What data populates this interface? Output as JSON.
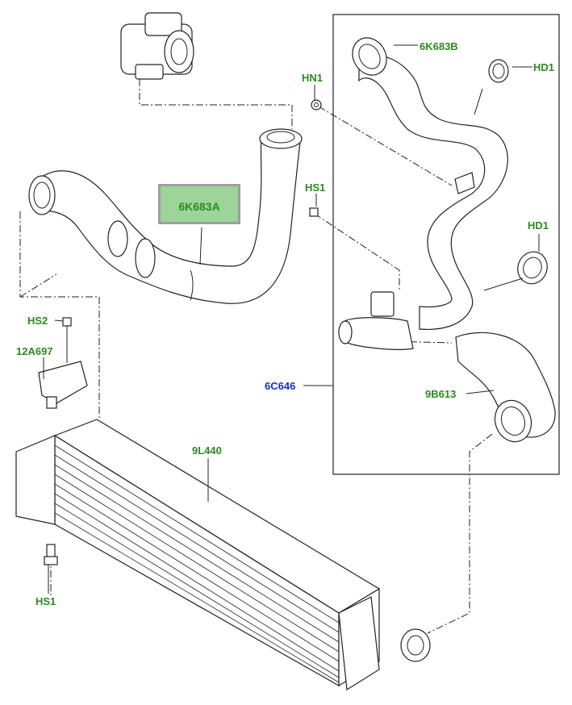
{
  "diagram": {
    "highlighted_part": "6K683A",
    "callouts": {
      "hose_6K683B": "6K683B",
      "clip_HD1_top": "HD1",
      "nut_HN1": "HN1",
      "bolt_HS1_upper": "HS1",
      "clip_HD1_lower": "HD1",
      "hose_6K683A": "6K683A",
      "sensor_HS2": "HS2",
      "sensor_12A697": "12A697",
      "assembly_6C646": "6C646",
      "hose_9B613": "9B613",
      "intercooler_9L440": "9L440",
      "bolt_HS1_lower": "HS1"
    },
    "colors": {
      "callout_green": "#2b8a1e",
      "reference_blue": "#1530c8",
      "highlight_fill": "#9cd49a",
      "highlight_border": "#9e9e9e"
    }
  }
}
